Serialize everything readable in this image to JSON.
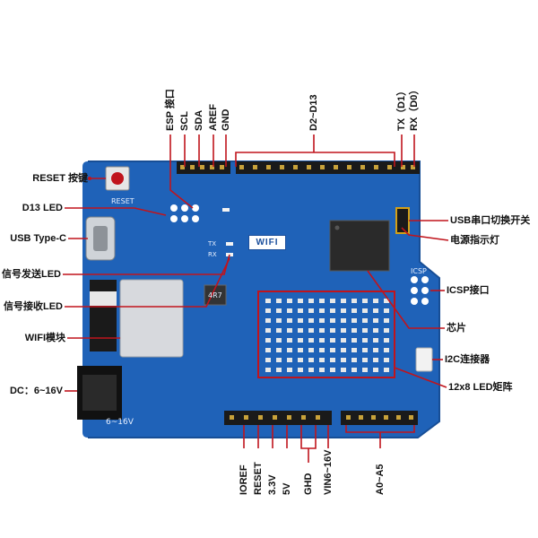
{
  "labels_left": {
    "reset": "RESET 按键",
    "d13_led": "D13 LED",
    "usb_type_c": "USB Type-C",
    "tx_led": "信号发送LED",
    "rx_led": "信号接收LED",
    "wifi_module": "WIFI模块",
    "dc": "DC：6~16V"
  },
  "labels_top": {
    "esp": "ESP 接口",
    "scl": "SCL",
    "sda": "SDA",
    "aref": "AREF",
    "gnd": "GND",
    "d2_d13": "D2~D13",
    "tx": "TX（D1）",
    "rx": "RX（D0）"
  },
  "labels_right": {
    "usb_switch": "USB串口切换开关",
    "power_led": "电源指示灯",
    "icsp": "ICSP接口",
    "chip": "芯片",
    "i2c": "I2C连接器",
    "led_matrix": "12x8 LED矩阵"
  },
  "labels_bottom": {
    "ioref": "IOREF",
    "reset": "RESET",
    "v33": "3.3V",
    "v5": "5V",
    "gnd": "GHD",
    "vin": "VIN6~16V",
    "a0_a5": "A0~A5"
  },
  "board_text": {
    "reset": "RESET",
    "wifi": "WIFI",
    "dc_range": "6~16V",
    "icsp": "ICSP",
    "tx": "TX",
    "rx": "RX",
    "r47": "4R7"
  },
  "colors": {
    "board": "#1f62b8",
    "board_dark": "#174e96",
    "pointer": "#c0141c",
    "header": "#1a1a1a",
    "matrix_led": "#e8e8e8",
    "chip": "#2a2a2a"
  }
}
